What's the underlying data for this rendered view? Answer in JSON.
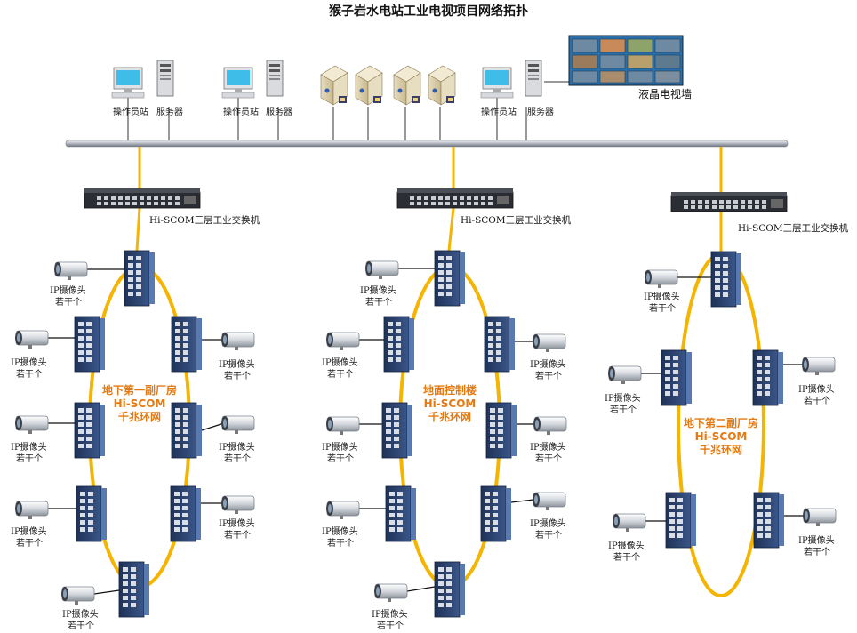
{
  "title": "猴子岩水电站工业电视项目网络拓扑",
  "top": {
    "operator_label": "操作员站",
    "server_label": "服务器",
    "tv_wall_label": "液晶电视墙"
  },
  "core_switch_label": "Hi-SCOM三层工业交换机",
  "camera_label_line1": "IP摄像头",
  "camera_label_line2": "若干个",
  "rings": [
    {
      "name": "地下第一副厂房",
      "line2": "Hi-SCOM",
      "line3": "千兆环网"
    },
    {
      "name": "地面控制楼",
      "line2": "Hi-SCOM",
      "line3": "千兆环网"
    },
    {
      "name": "地下第二副厂房",
      "line2": "Hi-SCOM",
      "line3": "千兆环网"
    }
  ],
  "colors": {
    "ring": "#f5b400",
    "ring_text": "#e47a12",
    "backbone": "#c8ccd4",
    "switch_body": "#2c4572"
  }
}
